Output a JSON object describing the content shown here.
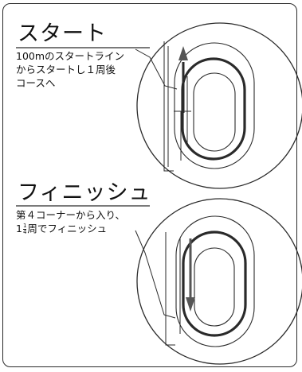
{
  "start": {
    "title": "スタート",
    "lines": [
      "100mのスタートライン",
      "からスタートし１周後",
      "コースへ"
    ]
  },
  "finish": {
    "title": "フィニッシュ",
    "line1": "第４コーナーから入り、",
    "line2_lead": "1",
    "line2_num": "1",
    "line2_den": "4",
    "line2_tail": "周でフィニッシュ"
  },
  "colors": {
    "line": "#2a2a2a",
    "arrow": "#555555"
  }
}
